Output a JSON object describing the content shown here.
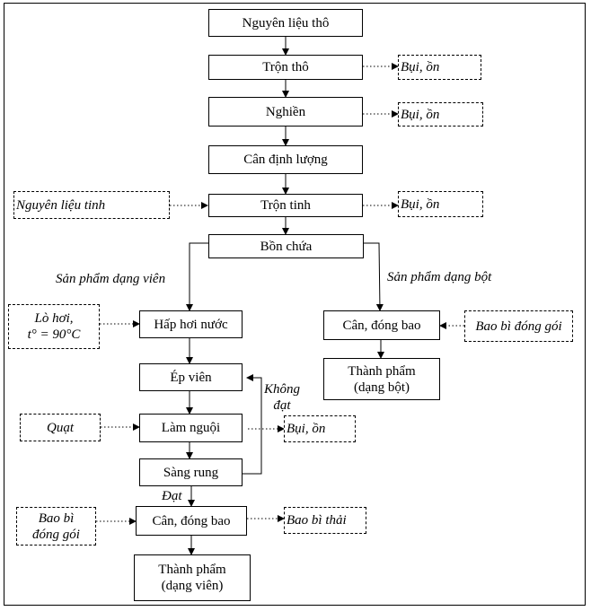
{
  "steps": {
    "raw": "Nguyên liệu thô",
    "rough_mix": "Trộn thô",
    "grind": "Nghiền",
    "weigh": "Cân định lượng",
    "fine_mix": "Trộn tinh",
    "silo": "Bồn chứa",
    "steam": "Hấp hơi nước",
    "press": "Ép viên",
    "cool": "Làm nguội",
    "sieve": "Sàng rung",
    "pack_pellet": "Cân, đóng bao",
    "product_pellet": "Thành phẩm\n(dạng viên)",
    "pack_powder": "Cân, đóng bao",
    "product_powder": "Thành phẩm\n(dạng bột)"
  },
  "side": {
    "dust_noise": "Bụi, ồn",
    "fine_material": "Nguyên liệu tinh",
    "boiler": "Lò hơi,\nt° = 90°C",
    "packaging_powder": "Bao bì đóng gói",
    "fan": "Quạt",
    "packaging_pellet": "Bao bì\nđóng gói",
    "waste_bags": "Bao bì thải"
  },
  "labels": {
    "pellet_branch": "Sản phẩm dạng viên",
    "powder_branch": "Sản phẩm dạng bột",
    "not_pass": "Không\nđạt",
    "pass": "Đạt"
  }
}
